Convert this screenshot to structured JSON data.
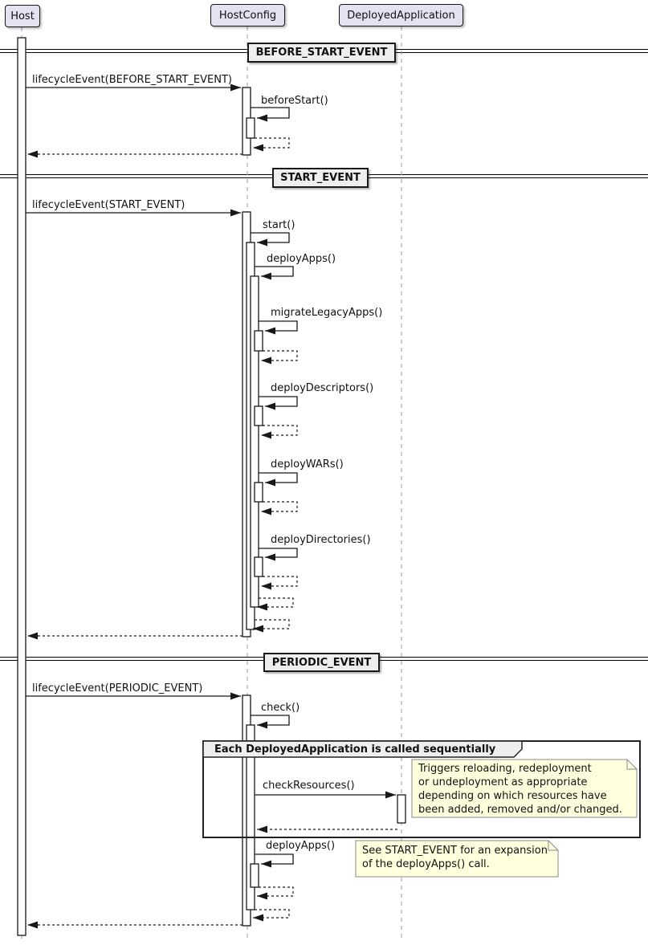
{
  "participants": [
    {
      "name": "Host"
    },
    {
      "name": "HostConfig"
    },
    {
      "name": "DeployedApplication"
    }
  ],
  "dividers": [
    {
      "label": "BEFORE_START_EVENT"
    },
    {
      "label": "START_EVENT"
    },
    {
      "label": "PERIODIC_EVENT"
    }
  ],
  "messages": {
    "lifecycle_before_start": "lifecycleEvent(BEFORE_START_EVENT)",
    "before_start": "beforeStart()",
    "lifecycle_start": "lifecycleEvent(START_EVENT)",
    "start": "start()",
    "deploy_apps": "deployApps()",
    "migrate_legacy_apps": "migrateLegacyApps()",
    "deploy_descriptors": "deployDescriptors()",
    "deploy_wars": "deployWARs()",
    "deploy_directories": "deployDirectories()",
    "lifecycle_periodic": "lifecycleEvent(PERIODIC_EVENT)",
    "check": "check()",
    "check_resources": "checkResources()",
    "deploy_apps_periodic": "deployApps()"
  },
  "group": {
    "label": "Each DeployedApplication is called sequentially"
  },
  "notes": {
    "check_resources_note": "Triggers reloading, redeployment\nor undeployment as appropriate\ndepending on which resources have\nbeen added, removed and/or changed.",
    "deploy_apps_note": "See START_EVENT for an expansion\nof the deployApps() call."
  },
  "colors": {
    "participant_fill": "#E2E2F0",
    "participant_border": "#181818",
    "divider_fill": "#EEEEEE",
    "group_header_fill": "#EEEEEE",
    "frame_border": "#222222",
    "note_fill": "#FEFFDD",
    "note_border": "#888888",
    "line": "#181818",
    "lifeline": "#999999",
    "background": "#FFFFFF"
  }
}
